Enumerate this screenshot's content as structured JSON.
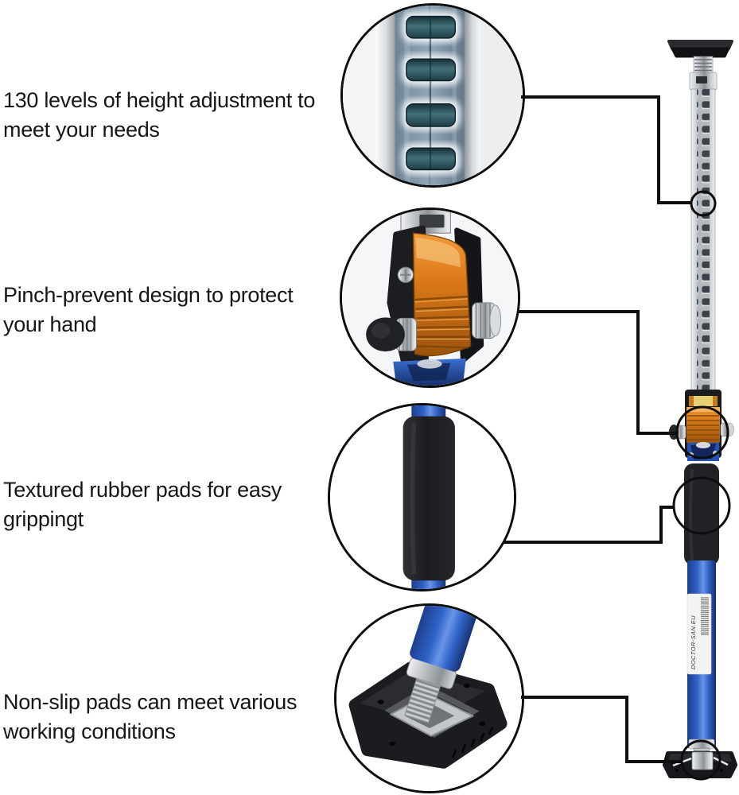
{
  "background": "#ffffff",
  "colors": {
    "line_black": "#0d0d0d",
    "pole_blue": "#2a5cc0",
    "clamp_orange": "#d27818",
    "foam_black": "#222226",
    "steel_silver": "#aeb3b8",
    "slot_teal": "#2e565e"
  },
  "features": [
    {
      "id": "height-adjustment",
      "lines": [
        "130 levels of height adjustment to",
        "meet your needs"
      ]
    },
    {
      "id": "pinch-prevent",
      "lines": [
        "Pinch-prevent design to protect",
        "your hand"
      ]
    },
    {
      "id": "rubber-pads",
      "lines": [
        "Textured rubber pads for easy",
        "grippingt"
      ]
    },
    {
      "id": "non-slip",
      "lines": [
        "Non-slip pads can meet various",
        "working conditions"
      ]
    }
  ],
  "callouts": [
    {
      "id": "ratchet-holes",
      "shows": "ratchet-adjustment-slots"
    },
    {
      "id": "clamp",
      "shows": "pinch-prevent-clamp"
    },
    {
      "id": "foam-grip",
      "shows": "textured-rubber-grip"
    },
    {
      "id": "base-pad",
      "shows": "non-slip-base-pad"
    }
  ],
  "product": {
    "label_text": "DOCTOR-SAN.EU"
  }
}
